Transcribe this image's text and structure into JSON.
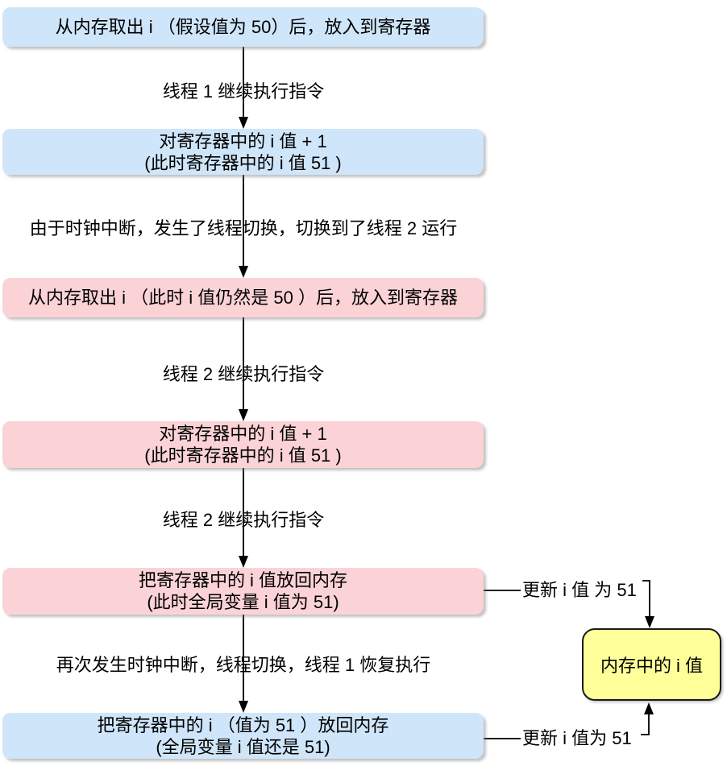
{
  "flow": {
    "boxes": [
      {
        "name": "thread1-load",
        "thread": "thread1",
        "line1": "从内存取出 i （假设值为 50）后，放入到寄存器"
      },
      {
        "name": "thread1-increment",
        "thread": "thread1",
        "line1": "对寄存器中的 i 值 + 1",
        "line2": "(此时寄存器中的 i 值 51 )"
      },
      {
        "name": "thread2-load",
        "thread": "thread2",
        "line1": "从内存取出 i （此时 i 值仍然是 50 ）后，放入到寄存器"
      },
      {
        "name": "thread2-increment",
        "thread": "thread2",
        "line1": "对寄存器中的 i 值 + 1",
        "line2": "(此时寄存器中的 i 值 51 )"
      },
      {
        "name": "thread2-writeback",
        "thread": "thread2",
        "line1": "把寄存器中的 i 值放回内存",
        "line2": "(此时全局变量 i 值为 51)"
      },
      {
        "name": "thread1-writeback",
        "thread": "thread1",
        "line1": "把寄存器中的 i （值为 51 ）放回内存",
        "line2": "(全局变量 i 值还是 51)"
      }
    ],
    "edge_labels": [
      "线程 1 继续执行指令",
      "由于时钟中断，发生了线程切换，切换到了线程 2 运行",
      "线程 2 继续执行指令",
      "线程 2 继续执行指令",
      "再次发生时钟中断，线程切换，线程 1 恢复执行"
    ],
    "memory_box": {
      "label": "内存中的 i 值"
    },
    "connectors": [
      {
        "label": "更新 i 值 为 51"
      },
      {
        "label": "更新 i 值为 51"
      }
    ],
    "colors": {
      "thread1_fill": "#cfe5f9",
      "thread2_fill": "#fbd3d7",
      "memory_fill": "#ffff99",
      "line": "#000000"
    }
  }
}
